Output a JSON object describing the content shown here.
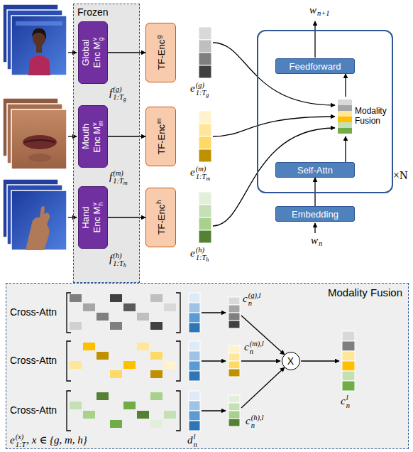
{
  "diagram": {
    "nodes": [
      {
        "text": [
          "Frozen"
        ]
      },
      {
        "text": [
          "Global Enc M",
          "v",
          "g"
        ],
        "in": 0
      },
      {
        "text": [
          "Mouth Enc M",
          "v",
          "m"
        ],
        "in": 0
      },
      {
        "text": [
          "Hand Enc M",
          "v",
          "h"
        ],
        "in": 0
      },
      {
        "text": [
          "TF-Enc",
          "g"
        ]
      },
      {
        "text": [
          "TF-Enc",
          "m"
        ]
      },
      {
        "text": [
          "TF-Enc",
          "h"
        ]
      },
      {
        "text": [
          "×N"
        ]
      },
      {
        "text": [
          "Feedforward"
        ],
        "in": 7
      },
      {
        "text": [
          "Modality Fusion"
        ],
        "in": 7
      },
      {
        "text": [
          "Self-Attn"
        ],
        "in": 7
      },
      {
        "text": [
          "Embedding"
        ]
      },
      {
        "text": [
          "Modality Fusion"
        ]
      },
      {
        "text": [
          "X"
        ],
        "in": 12
      }
    ],
    "edges": [
      {
        "from": 1,
        "to": 4,
        "arrow": "to"
      },
      {
        "from": 2,
        "to": 5,
        "arrow": "to"
      },
      {
        "from": 3,
        "to": 6,
        "arrow": "to"
      },
      {
        "from": 11,
        "to": 10,
        "arrow": "to"
      },
      {
        "from": 10,
        "to": 9,
        "arrow": "to"
      },
      {
        "from": 9,
        "to": 8,
        "arrow": "to"
      }
    ],
    "labels": [
      "w",
      "n+1",
      "f",
      "(g)",
      "1:T",
      "g",
      "f",
      "(m)",
      "1:T",
      "m",
      "f",
      "(h)",
      "1:T",
      "h",
      "e",
      "(g)",
      "1:T",
      "g",
      "e",
      "(m)",
      "1:T",
      "m",
      "e",
      "(h)",
      "1:T",
      "h",
      "w",
      "n",
      "Cross-Attn",
      "Cross-Attn",
      "Cross-Attn",
      "c",
      "(g),l",
      "n",
      "c",
      "(m),l",
      "n",
      "c",
      "(h),l",
      "n",
      "c",
      "l",
      "n",
      "e",
      "(x)",
      "1:T",
      ", x ∈ {g, m, h}",
      "d",
      "l",
      "n"
    ]
  }
}
